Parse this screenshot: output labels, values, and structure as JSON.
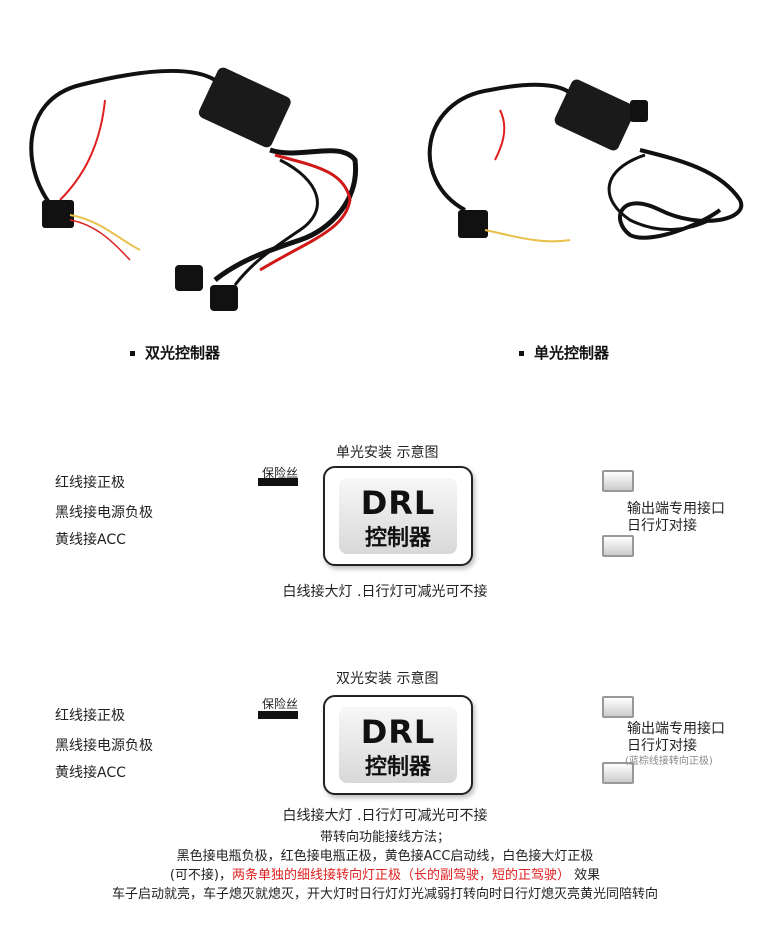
{
  "products": {
    "dual_caption": "双光控制器",
    "single_caption": "单光控制器"
  },
  "single": {
    "title": "单光安装 示意图",
    "fuse": "保险丝",
    "red_wire": "红线接正极",
    "black_wire": "黑线接电源负极",
    "yellow_wire": "黄线接ACC",
    "box_en": "DRL",
    "box_cn": "控制器",
    "output_1": "输出端专用接口",
    "output_2": "日行灯对接",
    "note": "白线接大灯 .日行灯可减光可不接"
  },
  "dual": {
    "title": "双光安装 示意图",
    "fuse": "保险丝",
    "red_wire": "红线接正极",
    "black_wire": "黑线接电源负极",
    "yellow_wire": "黄线接ACC",
    "box_en": "DRL",
    "box_cn": "控制器",
    "output_1": "输出端专用接口",
    "output_2": "日行灯对接",
    "output_3": "(蓝棕线接转向正极)",
    "note_1": "白线接大灯 .日行灯可减光可不接",
    "note_2": "带转向功能接线方法；",
    "note_3": "黑色接电瓶负极，红色接电瓶正极，黄色接ACC启动线，白色接大灯正极",
    "note_4a": "(可不接)，",
    "note_4b": "两条单独的细线接转向灯正极（长的副驾驶，短的正驾驶）",
    "note_4c": "效果",
    "note_5": "车子启动就亮，车子熄灭就熄灭，开大灯时日行灯灯光减弱打转向时日行灯熄灭亮黄光同陪转向"
  },
  "colors": {
    "red": "#e8202a",
    "black": "#222222",
    "yellow": "#f2b21e",
    "purple": "#7a3de0",
    "brown": "#8a5a1a"
  }
}
